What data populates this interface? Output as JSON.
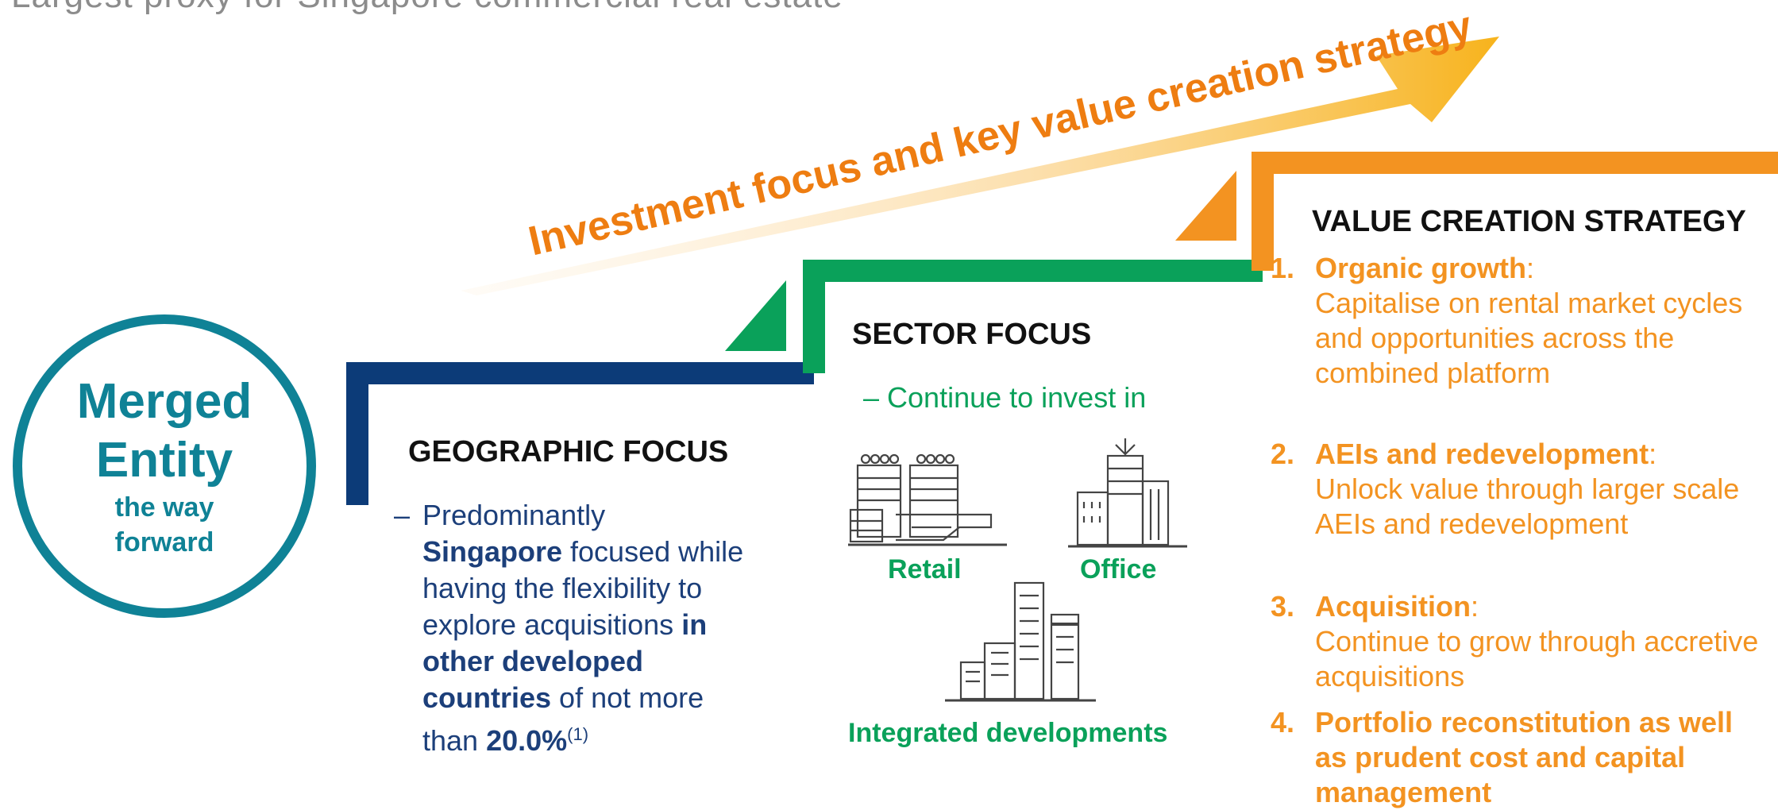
{
  "page": {
    "subtitle": "Largest proxy for Singapore commercial real estate",
    "arrow_label": "Investment focus and key value creation strategy"
  },
  "colors": {
    "teal": "#0f8296",
    "navy": "#0c3b78",
    "green": "#0aa15a",
    "orange": "#f39321"
  },
  "circle": {
    "line1": "Merged",
    "line2": "Entity",
    "line3": "the way",
    "line4": "forward"
  },
  "geographic": {
    "heading": "GEOGRAPHIC FOCUS",
    "dash": "–",
    "t1": "Predominantly",
    "b1": "Singapore",
    "t2": " focused while having the flexibility to explore acquisitions ",
    "b2": "in other developed countries",
    "t3": " of not more than ",
    "b3": "20.0%",
    "footnote": "(1)"
  },
  "sector": {
    "heading": "SECTOR FOCUS",
    "subtext": "– Continue to invest in",
    "items": [
      {
        "label": "Retail",
        "icon": "retail-building-icon"
      },
      {
        "label": "Office",
        "icon": "office-tower-icon"
      },
      {
        "label": "Integrated developments",
        "icon": "city-skyline-icon"
      }
    ]
  },
  "value": {
    "heading": "VALUE CREATION STRATEGY",
    "items": [
      {
        "num": "1.",
        "title": "Organic growth",
        "sep": ":",
        "desc": "Capitalise on rental market cycles and opportunities across the combined platform"
      },
      {
        "num": "2.",
        "title": "AEIs and redevelopment",
        "sep": ":",
        "desc": "Unlock value through larger scale AEIs and redevelopment"
      },
      {
        "num": "3.",
        "title": "Acquisition",
        "sep": ":",
        "desc": "Continue to grow through accretive acquisitions"
      },
      {
        "num": "4.",
        "title": "Portfolio reconstitution as well as prudent cost and capital management",
        "sep": "",
        "desc": ""
      }
    ]
  }
}
